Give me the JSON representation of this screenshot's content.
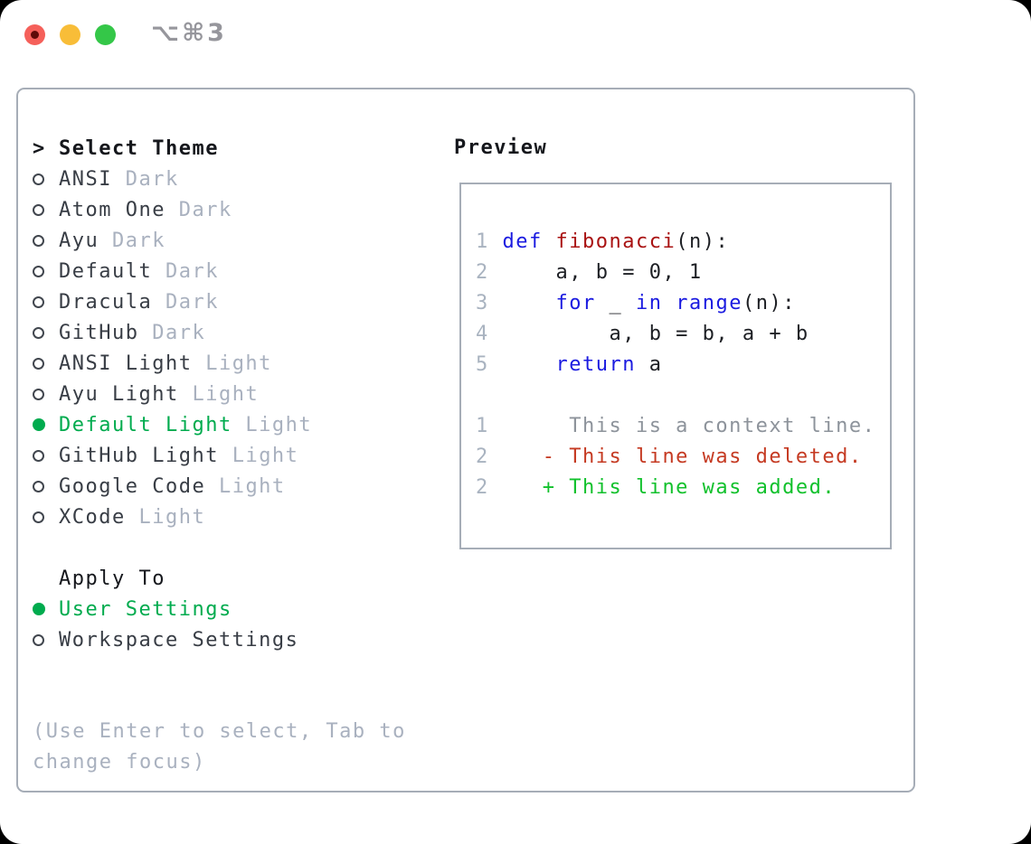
{
  "window": {
    "title": "⌥⌘3"
  },
  "colors": {
    "selected_green": "#00ab4e",
    "diff_added_green": "#11c12c",
    "diff_deleted_red": "#c53a22",
    "keyword_blue": "#1b1be0",
    "function_red": "#a91212",
    "muted_gray": "#a9b1bf",
    "context_gray": "#8d939b",
    "panel_border": "#a6adb7",
    "traffic_red": "#f5605a",
    "traffic_yellow": "#f8bd38",
    "traffic_green": "#34c748"
  },
  "theme_list": {
    "header_prefix": ">",
    "header": "Select Theme",
    "items": [
      {
        "name": "ANSI",
        "variant": "Dark",
        "selected": false
      },
      {
        "name": "Atom One",
        "variant": "Dark",
        "selected": false
      },
      {
        "name": "Ayu",
        "variant": "Dark",
        "selected": false
      },
      {
        "name": "Default",
        "variant": "Dark",
        "selected": false
      },
      {
        "name": "Dracula",
        "variant": "Dark",
        "selected": false
      },
      {
        "name": "GitHub",
        "variant": "Dark",
        "selected": false
      },
      {
        "name": "ANSI Light",
        "variant": "Light",
        "selected": false
      },
      {
        "name": "Ayu Light",
        "variant": "Light",
        "selected": false
      },
      {
        "name": "Default Light",
        "variant": "Light",
        "selected": true
      },
      {
        "name": "GitHub Light",
        "variant": "Light",
        "selected": false
      },
      {
        "name": "Google Code",
        "variant": "Light",
        "selected": false
      },
      {
        "name": "XCode",
        "variant": "Light",
        "selected": false
      }
    ]
  },
  "apply_to": {
    "header": "Apply To",
    "options": [
      {
        "label": "User Settings",
        "selected": true
      },
      {
        "label": "Workspace Settings",
        "selected": false
      }
    ]
  },
  "help_text": "(Use Enter to select, Tab to change focus)",
  "preview": {
    "title": "Preview",
    "code_lines": [
      {
        "num": "1",
        "tokens": [
          {
            "cls": "kw",
            "text": "def"
          },
          {
            "cls": "plain",
            "text": " "
          },
          {
            "cls": "fn",
            "text": "fibonacci"
          },
          {
            "cls": "plain",
            "text": "(n):"
          }
        ]
      },
      {
        "num": "2",
        "tokens": [
          {
            "cls": "plain",
            "text": "    a, b = 0, 1"
          }
        ]
      },
      {
        "num": "3",
        "tokens": [
          {
            "cls": "plain",
            "text": "    "
          },
          {
            "cls": "kw",
            "text": "for"
          },
          {
            "cls": "plain",
            "text": " _ "
          },
          {
            "cls": "kw",
            "text": "in"
          },
          {
            "cls": "plain",
            "text": " "
          },
          {
            "cls": "kw",
            "text": "range"
          },
          {
            "cls": "plain",
            "text": "(n):"
          }
        ]
      },
      {
        "num": "4",
        "tokens": [
          {
            "cls": "plain",
            "text": "        a, b = b, a + b"
          }
        ]
      },
      {
        "num": "5",
        "tokens": [
          {
            "cls": "plain",
            "text": "    "
          },
          {
            "cls": "kw",
            "text": "return"
          },
          {
            "cls": "plain",
            "text": " a"
          }
        ]
      },
      {
        "num": "",
        "tokens": []
      },
      {
        "num": "1",
        "tokens": [
          {
            "cls": "ctx",
            "text": "     This is a context line."
          }
        ]
      },
      {
        "num": "2",
        "tokens": [
          {
            "cls": "del",
            "text": "   - This line was deleted."
          }
        ]
      },
      {
        "num": "2",
        "tokens": [
          {
            "cls": "add",
            "text": "   + This line was added."
          }
        ]
      }
    ]
  }
}
